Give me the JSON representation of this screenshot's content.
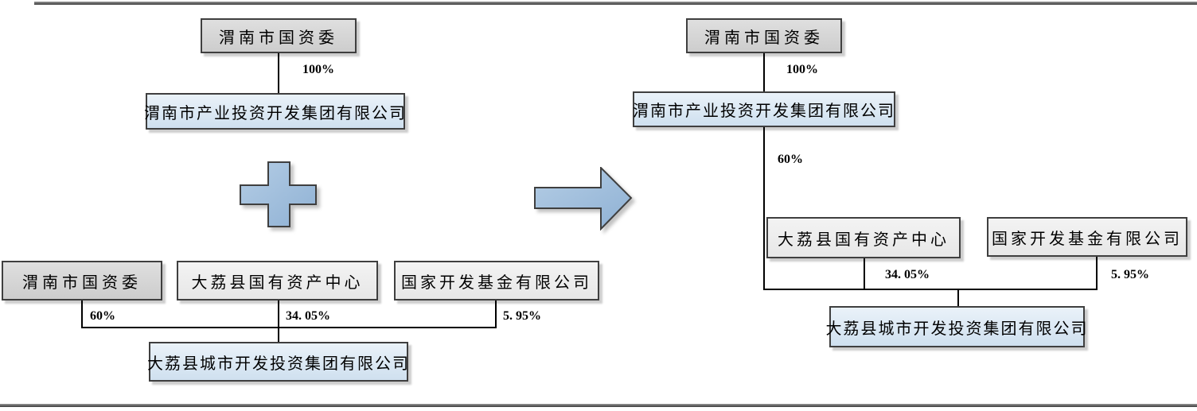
{
  "before": {
    "gov_box": "渭南市国资委",
    "gov_stake": "100%",
    "parent_box": "渭南市产业投资开发集团有限公司",
    "shareholder1": "渭南市国资委",
    "shareholder1_stake": "60%",
    "shareholder2": "大荔县国有资产中心",
    "shareholder2_stake": "34. 05%",
    "shareholder3": "国家开发基金有限公司",
    "shareholder3_stake": "5. 95%",
    "target_box": "大荔县城市开发投资集团有限公司"
  },
  "after": {
    "gov_box": "渭南市国资委",
    "gov_stake": "100%",
    "parent_box": "渭南市产业投资开发集团有限公司",
    "parent_stake": "60%",
    "shareholder2": "大荔县国有资产中心",
    "shareholder2_stake": "34. 05%",
    "shareholder3": "国家开发基金有限公司",
    "shareholder3_stake": "5. 95%",
    "target_box": "大荔县城市开发投资集团有限公司"
  },
  "icons": {
    "plus": "plus-icon",
    "arrow": "arrow-right-icon"
  },
  "colors": {
    "border": "#3f3f3f",
    "line": "#000000",
    "box_gray": "#d6d6d6",
    "box_lightgray": "#ededed",
    "box_blue": "#dbe8f4",
    "shape_blue_light": "#aec8e2",
    "shape_blue_dark": "#8fb1d4"
  }
}
